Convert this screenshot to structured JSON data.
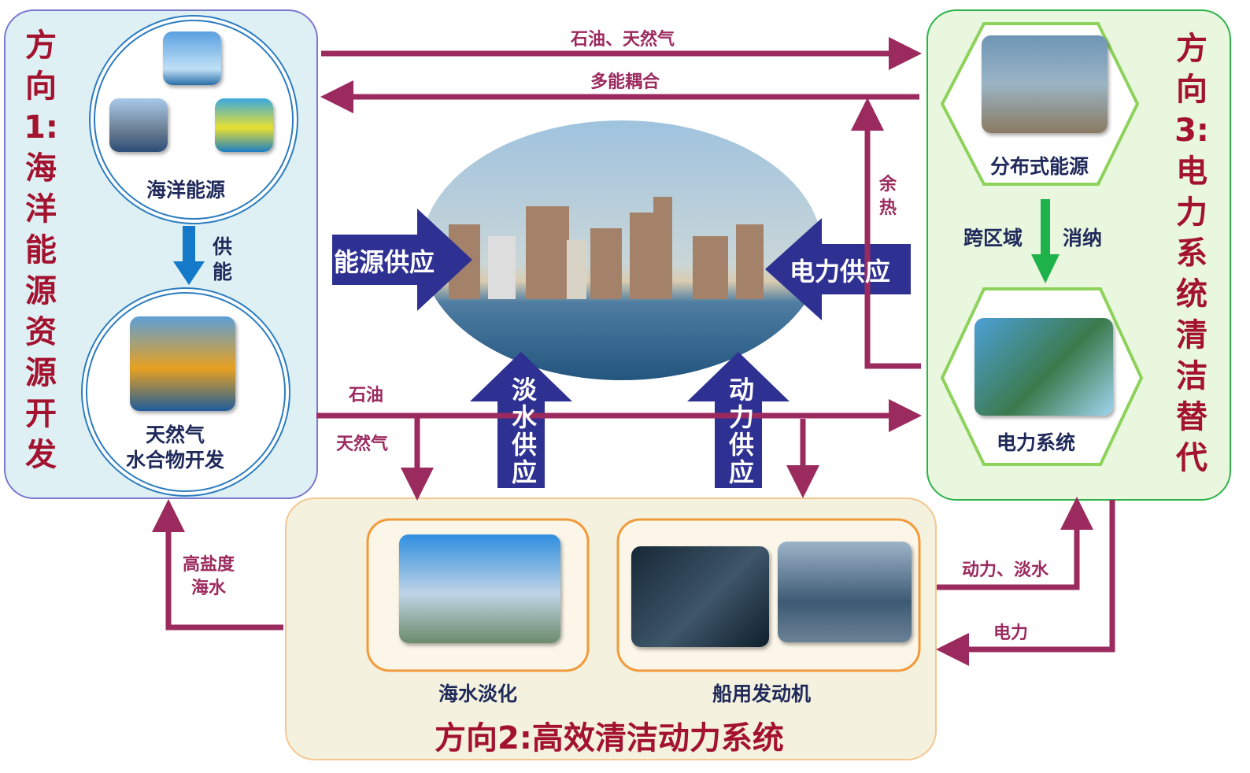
{
  "direction1": {
    "title": "方向1:海洋能源资源开发",
    "ocean_energy": "海洋能源",
    "supply_label": "供能",
    "hydrate": "天然气\n水合物开发"
  },
  "direction2": {
    "title": "方向2:高效清洁动力系统",
    "desalination": "海水淡化",
    "marine_engine": "船用发动机"
  },
  "direction3": {
    "title": "方向3:电力系统清洁替代",
    "distributed": "分布式能源",
    "power_system": "电力系统",
    "cross_region": "跨区域",
    "consume": "消纳"
  },
  "center": {
    "energy_supply": "能源供应",
    "power_supply": "电力供应",
    "freshwater_supply": "淡水供应",
    "power_drive_supply": "动力供应"
  },
  "flows": {
    "oil_gas": "石油、天然气",
    "multi_energy": "多能耦合",
    "waste_heat": "余热",
    "oil": "石油",
    "gas": "天然气",
    "high_salinity": "高盐度\n海水",
    "power_water": "动力、淡水",
    "electricity": "电力"
  },
  "colors": {
    "flow": "#9b2a5e",
    "title": "#a3122e",
    "supply": "#2e3192"
  }
}
